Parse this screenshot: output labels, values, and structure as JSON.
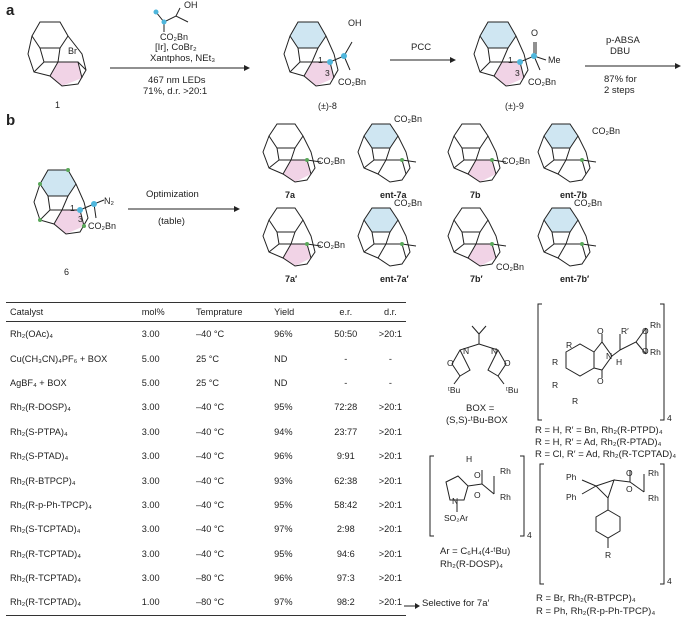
{
  "panels": {
    "a": "a",
    "b": "b"
  },
  "scheme_a": {
    "cmpd1": "1",
    "br": "Br",
    "reagent_oh": "OH",
    "reagent_co2bn": "CO₂Bn",
    "cond1_l1": "[Ir], CoBr₂",
    "cond1_l2": "Xantphos, NEt₃",
    "cond1_l3": "467 nm LEDs",
    "cond1_l4": "71%, d.r. >20:1",
    "cmpd8": "(±)-8",
    "oh8": "OH",
    "co2bn8": "CO₂Bn",
    "pos1": "1",
    "pos3": "3",
    "pcc": "PCC",
    "cmpd9": "(±)-9",
    "me9": "Me",
    "co2bn9": "CO₂Bn",
    "cond3_l1": "p-ABSA",
    "cond3_l2": "DBU",
    "cond3_l3": "87% for",
    "cond3_l4": "2 steps"
  },
  "scheme_b": {
    "cmpd6": "6",
    "n2": "N₂",
    "co2bn6": "CO₂Bn",
    "pos1": "1",
    "pos3": "3",
    "opt": "Optimization",
    "table_note": "(table)",
    "products": [
      {
        "label": "7a",
        "co2bn": "CO₂Bn"
      },
      {
        "label": "ent-7a",
        "co2bn": "CO₂Bn"
      },
      {
        "label": "7b",
        "co2bn": "CO₂Bn"
      },
      {
        "label": "ent-7b",
        "co2bn": "CO₂Bn"
      },
      {
        "label": "7a′",
        "co2bn": "CO₂Bn"
      },
      {
        "label": "ent-7a′",
        "co2bn": "CO₂Bn"
      },
      {
        "label": "7b′",
        "co2bn": "CO₂Bn"
      },
      {
        "label": "ent-7b′",
        "co2bn": "CO₂Bn"
      }
    ]
  },
  "table": {
    "headers": [
      "Catalyst",
      "mol%",
      "Temprature",
      "Yield",
      "e.r.",
      "d.r."
    ],
    "rows": [
      [
        "Rh₂(OAc)₄",
        "3.00",
        "–40 °C",
        "96%",
        "50:50",
        ">20:1"
      ],
      [
        "Cu(CH₃CN)₄PF₆ + BOX",
        "5.00",
        "25 °C",
        "ND",
        "-",
        "-"
      ],
      [
        "AgBF₄ + BOX",
        "5.00",
        "25 °C",
        "ND",
        "-",
        "-"
      ],
      [
        "Rh₂(R-DOSP)₄",
        "3.00",
        "–40 °C",
        "95%",
        "72:28",
        ">20:1"
      ],
      [
        "Rh₂(S-PTPA)₄",
        "3.00",
        "–40 °C",
        "94%",
        "23:77",
        ">20:1"
      ],
      [
        "Rh₂(S-PTAD)₄",
        "3.00",
        "–40 °C",
        "96%",
        "9:91",
        ">20:1"
      ],
      [
        "Rh₂(R-BTPCP)₄",
        "3.00",
        "–40 °C",
        "93%",
        "62:38",
        ">20:1"
      ],
      [
        "Rh₂(R-p-Ph-TPCP)₄",
        "3.00",
        "–40 °C",
        "95%",
        "58:42",
        ">20:1"
      ],
      [
        "Rh₂(S-TCPTAD)₄",
        "3.00",
        "–40 °C",
        "97%",
        "2:98",
        ">20:1"
      ],
      [
        "Rh₂(R-TCPTAD)₄",
        "3.00",
        "–40 °C",
        "95%",
        "94:6",
        ">20:1"
      ],
      [
        "Rh₂(R-TCPTAD)₄",
        "3.00",
        "–80 °C",
        "96%",
        "97:3",
        ">20:1"
      ],
      [
        "Rh₂(R-TCPTAD)₄",
        "1.00",
        "–80 °C",
        "97%",
        "98:2",
        ">20:1"
      ]
    ],
    "selective_note": "Selective for 7a′"
  },
  "ligands": {
    "box_eq": "BOX =",
    "box_name": "(S,S)-ᵗBu-BOX",
    "tbu": "ᵗBu",
    "o": "O",
    "n": "N",
    "rh": "Rh",
    "r": "R",
    "r_prime": "R′",
    "so2ar": "SO₂Ar",
    "h": "H",
    "ph": "Ph",
    "four": "4",
    "phthal_l1": "R = H, R′ = Bn, Rh₂(R-PTPD)₄",
    "phthal_l2": "R = H, R′ = Ad, Rh₂(R-PTAD)₄",
    "phthal_l3": "R = Cl, R′ = Ad, Rh₂(R-TCPTAD)₄",
    "dosp_l1": "Ar = C₆H₄(4-ᵗBu)",
    "dosp_l2": "Rh₂(R-DOSP)₄",
    "tpcp_l1": "R = Br, Rh₂(R-BTPCP)₄",
    "tpcp_l2": "R = Ph, Rh₂(R-p-Ph-TPCP)₄"
  },
  "colors": {
    "blue_fill": "#cfe6f2",
    "pink_fill": "#f1d3e6",
    "green_dot": "#5aa85a",
    "cyan_dot": "#4fb6dc"
  }
}
